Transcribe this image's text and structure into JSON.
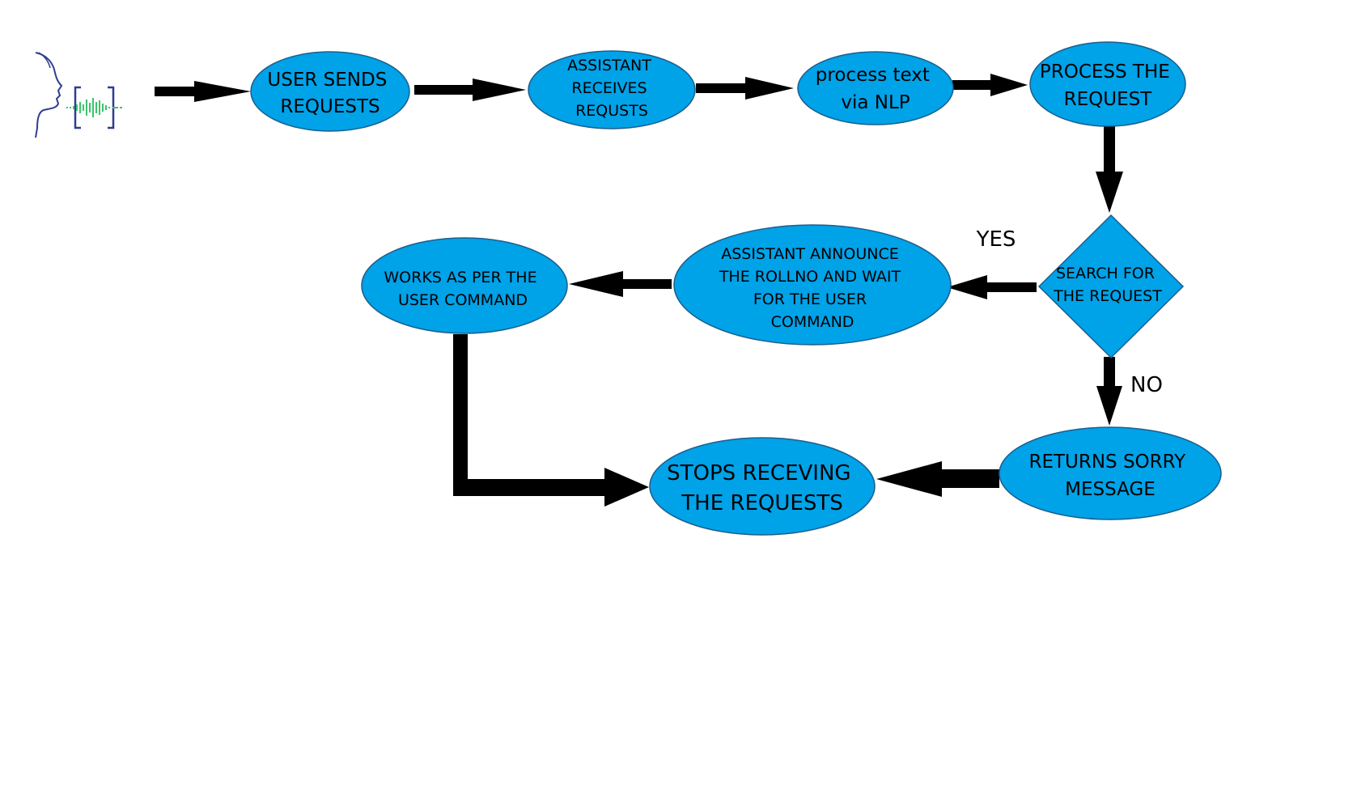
{
  "diagram": {
    "nodes": {
      "user_sends": {
        "lines": [
          "USER SENDS",
          "REQUESTS"
        ]
      },
      "assistant_receives": {
        "lines": [
          "ASSISTANT",
          "RECEIVES",
          "REQUSTS"
        ]
      },
      "process_text": {
        "lines": [
          "process text",
          "via NLP"
        ]
      },
      "process_request": {
        "lines": [
          "PROCESS THE",
          "REQUEST"
        ]
      },
      "search_request": {
        "lines": [
          "SEARCH FOR",
          "THE REQUEST"
        ]
      },
      "assistant_announce": {
        "lines": [
          "ASSISTANT ANNOUNCE",
          "THE ROLLNO AND WAIT",
          "FOR THE USER",
          "COMMAND"
        ]
      },
      "works_as_per": {
        "lines": [
          "WORKS AS PER THE",
          "USER COMMAND"
        ]
      },
      "returns_sorry": {
        "lines": [
          "RETURNS SORRY",
          "MESSAGE"
        ]
      },
      "stops_receiving": {
        "lines": [
          "STOPS RECEVING",
          "THE REQUESTS"
        ]
      }
    },
    "branch_labels": {
      "yes": "YES",
      "no": "NO"
    },
    "icons": {
      "speaker": "speaking-head-voice-icon"
    },
    "colors": {
      "node_fill": "#00A2E8",
      "node_stroke": "#1B5E8C",
      "arrow": "#000000",
      "icon_line": "#2F3D8F",
      "icon_wave": "#3CC46B"
    }
  }
}
